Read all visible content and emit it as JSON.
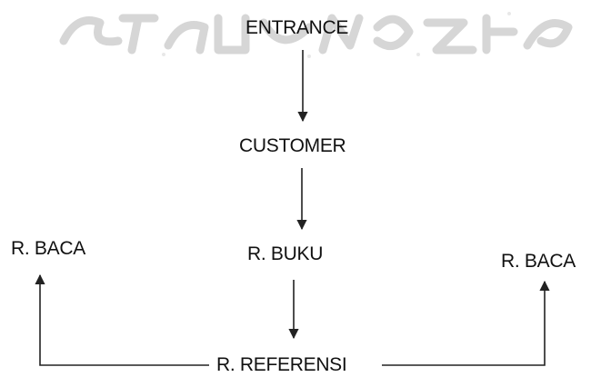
{
  "diagram": {
    "nodes": {
      "entrance": "ENTRANCE",
      "customer": "CUSTOMER",
      "r_buku": "R. BUKU",
      "r_baca_left": "R. BACA",
      "r_baca_right": "R. BACA",
      "r_referensi": "R. REFERENSI"
    },
    "edges": [
      {
        "from": "entrance",
        "to": "customer"
      },
      {
        "from": "customer",
        "to": "r_buku"
      },
      {
        "from": "r_buku",
        "to": "r_referensi"
      },
      {
        "from": "r_referensi",
        "to": "r_baca_left"
      },
      {
        "from": "r_referensi",
        "to": "r_baca_right"
      }
    ],
    "colors": {
      "text": "#111111",
      "line": "#222222",
      "watermark": "#c8c8c8"
    }
  }
}
